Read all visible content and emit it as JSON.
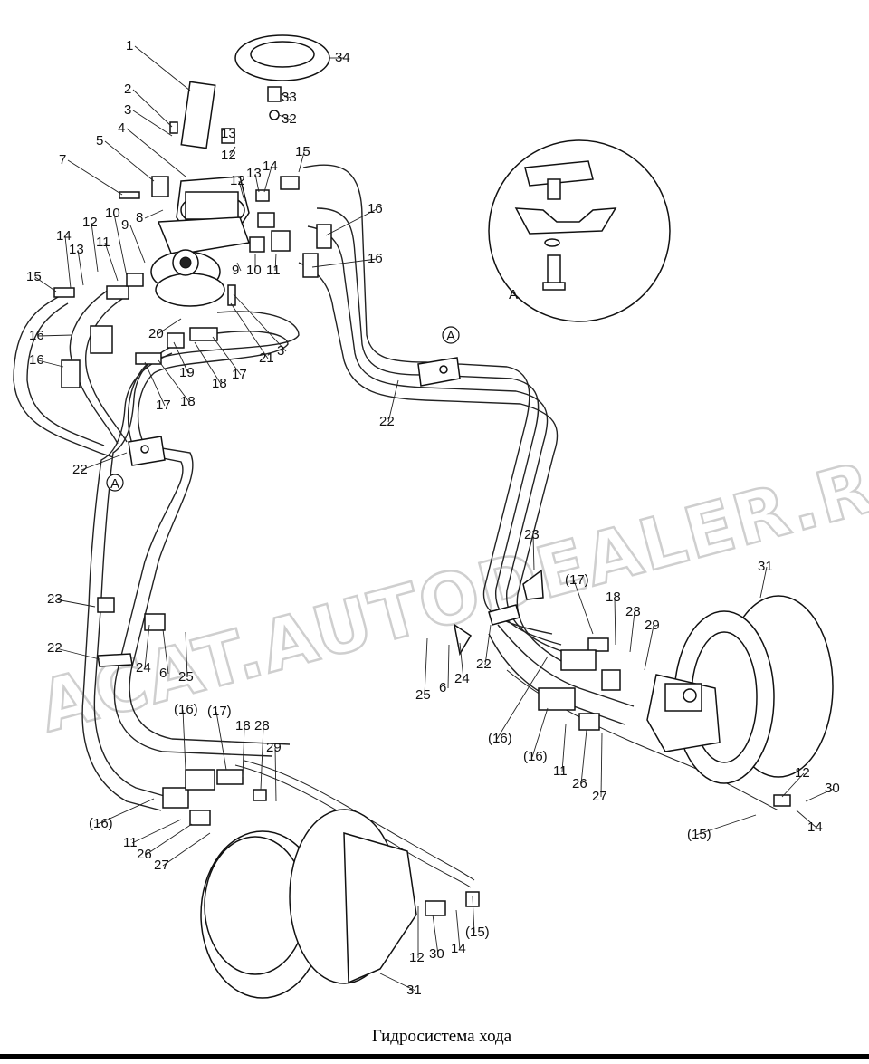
{
  "caption": "Гидросистема хода",
  "watermark": "ACAT.AUTODEALER.RU",
  "callout_letter": "A",
  "labels": [
    "1",
    "2",
    "3",
    "4",
    "5",
    "7",
    "8",
    "9",
    "10",
    "11",
    "12",
    "13",
    "14",
    "15",
    "16",
    "17",
    "18",
    "19",
    "20",
    "21",
    "22",
    "23",
    "24",
    "6",
    "25",
    "26",
    "27",
    "28",
    "29",
    "30",
    "31",
    "32",
    "33",
    "34",
    "(16)",
    "(17)",
    "(15)"
  ]
}
